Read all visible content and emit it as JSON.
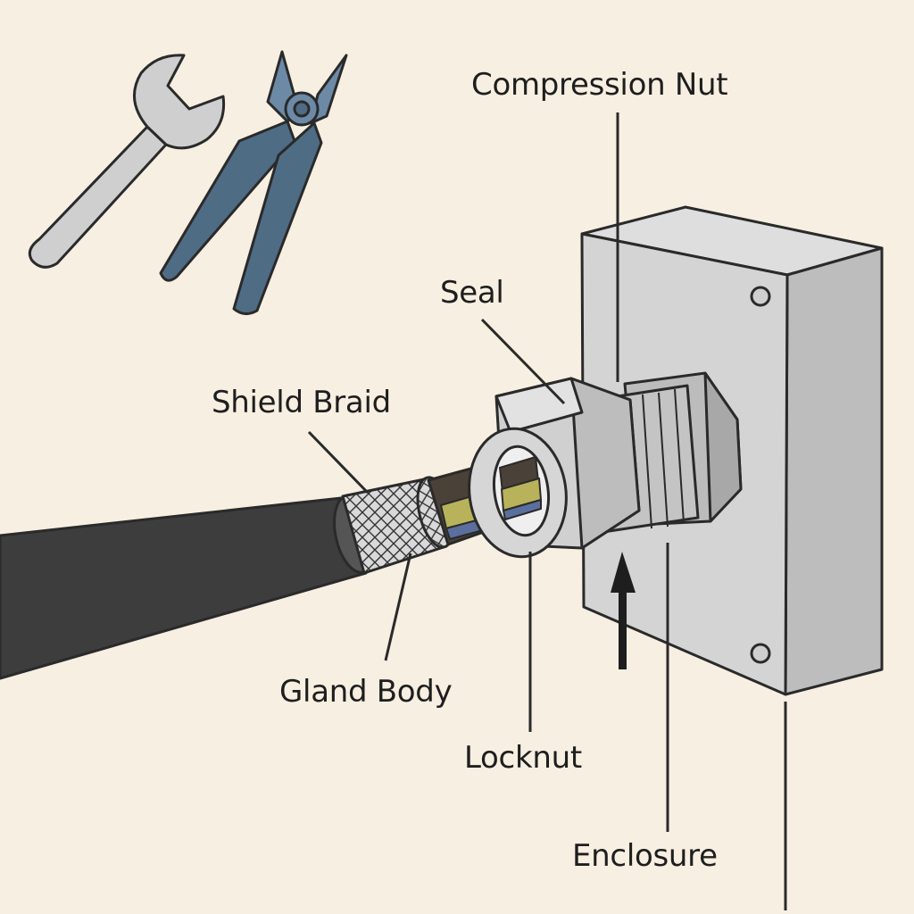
{
  "labels": {
    "compression_nut": "Compression Nut",
    "seal": "Seal",
    "shield_braid": "Shield Braid",
    "gland_body": "Gland Body",
    "locknut": "Locknut",
    "enclosure": "Enclosure"
  },
  "icons": {
    "wrench": "wrench-icon",
    "cutters": "wire-cutter-icon",
    "arrow": "arrow-up-icon"
  },
  "colors": {
    "background": "#f7efe1",
    "outline": "#2a2a2a",
    "cable_jacket": "#3d3d3d",
    "metal": "#c9c9c9",
    "enclosure": "#d4d4d4",
    "cutter_handles": "#4f6c85",
    "wire_yellow": "#b8b35a",
    "wire_blue": "#5a6f9e",
    "inner_sheath": "#4a4138"
  }
}
